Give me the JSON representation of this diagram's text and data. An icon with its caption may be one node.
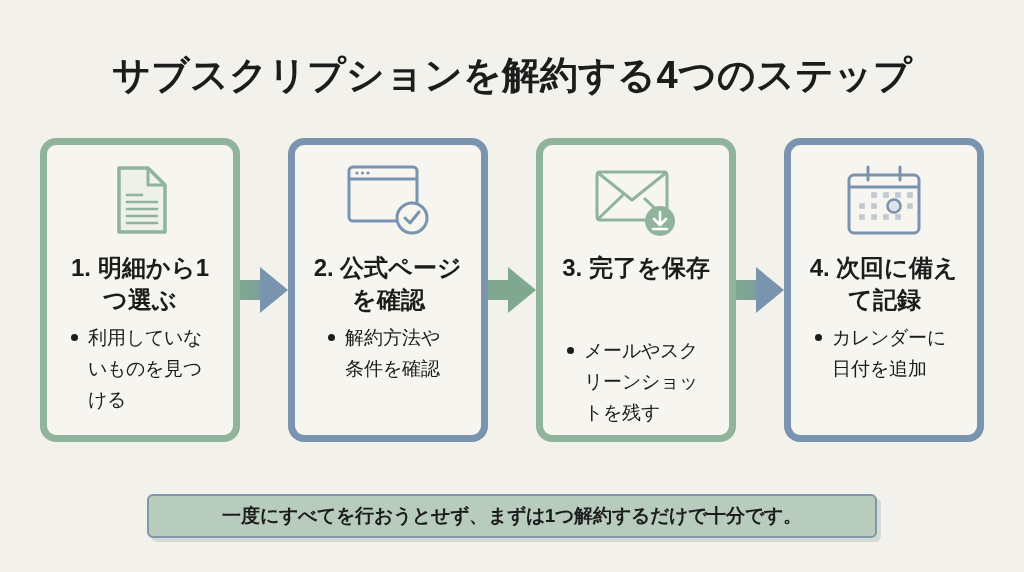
{
  "diagram": {
    "title": "サブスクリプションを解約する4つのステップ",
    "nodes": [
      {
        "text": [
          "1. 明細から1つ選ぶ",
          "利用していないものを見つける"
        ]
      },
      {
        "text": [
          "2. 公式ページを確認",
          "解約方法や条件を確認"
        ]
      },
      {
        "text": [
          "3. 完了を保存",
          "メールやスクリーンショットを残す"
        ]
      },
      {
        "text": [
          "4. 次回に備えて記録",
          "カレンダーに日付を追加"
        ]
      },
      {
        "text": [
          "一度にすべてを行おうとせず、まずは1つ解約するだけで十分です。"
        ]
      }
    ],
    "edges": [
      {
        "from": 0,
        "to": 1,
        "arrow": "to"
      },
      {
        "from": 1,
        "to": 2,
        "arrow": "to"
      },
      {
        "from": 2,
        "to": 3,
        "arrow": "to"
      }
    ]
  }
}
